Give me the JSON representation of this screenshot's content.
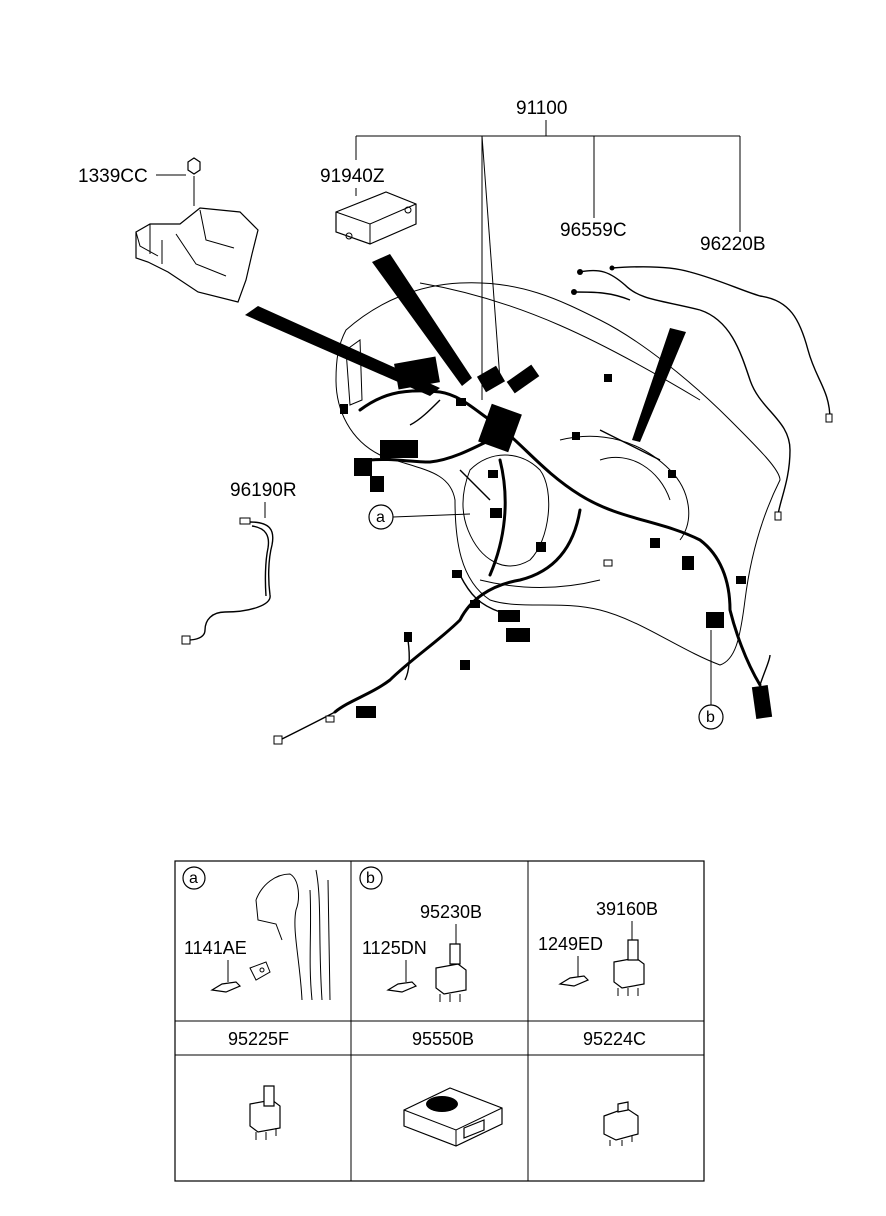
{
  "labels": {
    "harness_main": "91100",
    "nut": "1339CC",
    "module": "91940Z",
    "wire_96559c": "96559C",
    "wire_96220b": "96220B",
    "wire_96190r": "96190R"
  },
  "callouts": {
    "a": "a",
    "b": "b"
  },
  "parts_table": {
    "cell_a": {
      "marker": "a",
      "part": "1141AE"
    },
    "cell_b": {
      "marker": "b",
      "bolt": "1125DN",
      "relay": "95230B"
    },
    "cell_c": {
      "bolt": "1249ED",
      "relay": "39160B"
    },
    "headers": [
      "95225F",
      "95550B",
      "95224C"
    ]
  }
}
